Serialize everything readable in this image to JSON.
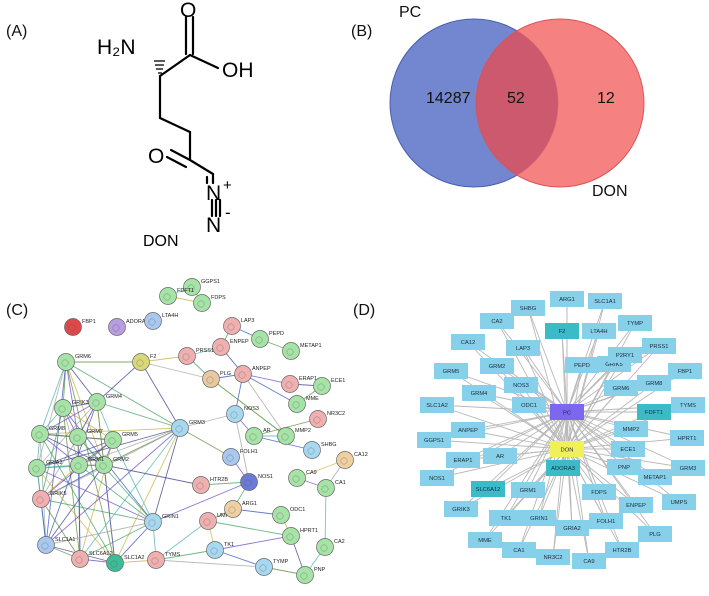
{
  "panels": {
    "a": "(A)",
    "b": "(B)",
    "c": "(C)",
    "d": "(D)"
  },
  "structure": {
    "nh2": "H₂N",
    "oh": "OH",
    "o_top": "O",
    "o_keto": "O",
    "n1": "N",
    "n2": "N",
    "plus": "+",
    "minus": "-",
    "caption": "DON"
  },
  "venn": {
    "left_name": "PC",
    "right_name": "DON",
    "left_only": "14287",
    "intersection": "52",
    "right_only": "12",
    "left_color": "#5b72c8",
    "right_color": "#f46b6b"
  },
  "string_network": {
    "nodes": [
      "GGPS1",
      "FDFT1",
      "FDPS",
      "FBP1",
      "ADORA3",
      "LTA4H",
      "LAP3",
      "PEPD",
      "METAP1",
      "ENPEP",
      "PRSS1",
      "F2",
      "GRM6",
      "ERAP1",
      "ECE1",
      "ANPEP",
      "PLG",
      "MME",
      "NR3C2",
      "GRIK3",
      "GRM4",
      "GRM3",
      "NOS3",
      "MMP2",
      "GRM8",
      "AR",
      "SHBG",
      "GRM7",
      "GRM5",
      "FOLH1",
      "CA12",
      "GRM2",
      "GRM1",
      "GRIA2",
      "NOS1",
      "CA9",
      "CA1",
      "HTR2B",
      "GRIK5",
      "GRIN1",
      "UMPS",
      "ARG1",
      "ODC1",
      "SLC1A1",
      "SLC6A12",
      "SLC1A2",
      "TYMS",
      "TK1",
      "HPRT1",
      "CA2",
      "TYMP",
      "PNP"
    ]
  },
  "cytoscape": {
    "center_nodes": [
      "PC",
      "DON"
    ],
    "center_colors": [
      "#7b68ee",
      "#f0f05a"
    ],
    "node_color": "#87d0ea",
    "highlight_color": "#3bbac8",
    "nodes": [
      "ARG1",
      "SHBG",
      "SLC1A1",
      "CA2",
      "F2",
      "LTA4H",
      "TYMP",
      "CA12",
      "LAP3",
      "PEPD",
      "GRIK5",
      "P2RY1",
      "PRSS1",
      "GRM5",
      "GRM2",
      "NOS3",
      "GRM8",
      "FBP1",
      "GRM4",
      "GRM6",
      "SLC1A2",
      "ODC1",
      "FDFT1",
      "TYMS",
      "GGPS1",
      "ANPEP",
      "MMP2",
      "HPRT1",
      "ECE1",
      "ERAP1",
      "AR",
      "NOS1",
      "PNP",
      "METAP1",
      "GRM3",
      "SLC6A12",
      "GRM1",
      "FDPS",
      "ENPEP",
      "UMPS",
      "GRIK3",
      "TK1",
      "GRIN1",
      "FOLH1",
      "PLG",
      "MME",
      "GRIA2",
      "HTR2B",
      "CA1",
      "NR3C2",
      "CA9",
      "ADORA3"
    ],
    "highlighted": [
      "F2",
      "FDFT1",
      "SLC6A12",
      "ADORA3"
    ]
  }
}
